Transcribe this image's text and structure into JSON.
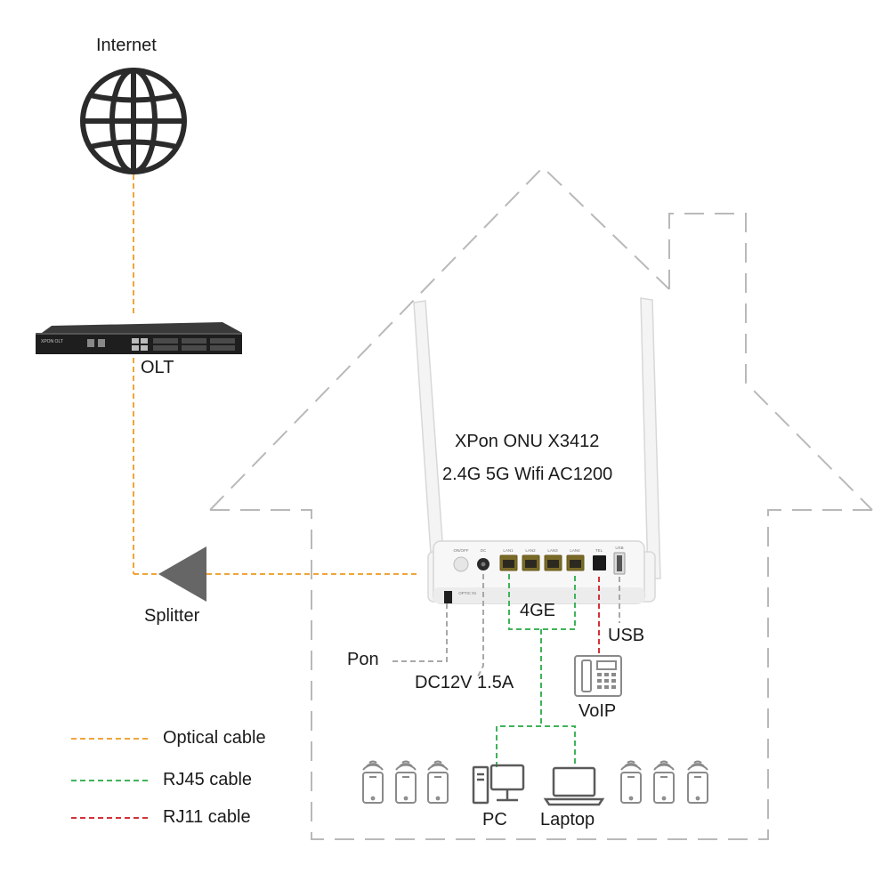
{
  "internet": {
    "label": "Internet"
  },
  "olt": {
    "label": "OLT",
    "panel_text": "XPON OLT"
  },
  "splitter": {
    "label": "Splitter"
  },
  "onu": {
    "title_line1": "XPon ONU X3412",
    "title_line2": "2.4G 5G Wifi AC1200",
    "port_labels": [
      "ON/OFF",
      "DC",
      "LAN1",
      "LAN2",
      "LAN3",
      "LAN4",
      "TEL",
      "USB"
    ],
    "optic_label": "OPTIC IN"
  },
  "ports": {
    "ge": "4GE",
    "usb": "USB",
    "pon": "Pon",
    "power": "DC12V 1.5A"
  },
  "devices": {
    "voip": "VoIP",
    "pc": "PC",
    "laptop": "Laptop"
  },
  "legend": [
    {
      "label": "Optical cable",
      "color": "#f0a53a"
    },
    {
      "label": "RJ45 cable",
      "color": "#3fb35a"
    },
    {
      "label": "RJ11 cable",
      "color": "#d4313b"
    }
  ],
  "colors": {
    "optical": "#f0a53a",
    "rj45": "#3fb35a",
    "rj11": "#d4313b",
    "house_outline": "#b9b9b9",
    "aux_line": "#a8a8a8",
    "icon": "#8a8a8a"
  }
}
